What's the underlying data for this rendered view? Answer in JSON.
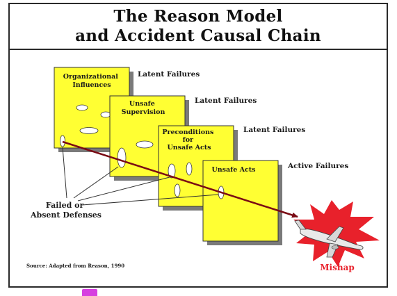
{
  "title": {
    "line1": "The Reason Model",
    "line2": "and Accident Causal Chain"
  },
  "slices": [
    {
      "label_lines": [
        "Organizational",
        "Influences"
      ],
      "failure_label": "Latent Failures"
    },
    {
      "label_lines": [
        "Unsafe",
        "Supervision"
      ],
      "failure_label": "Latent Failures"
    },
    {
      "label_lines": [
        "Preconditions",
        "for",
        "Unsafe Acts"
      ],
      "failure_label": "Latent Failures"
    },
    {
      "label_lines": [
        "Unsafe Acts"
      ],
      "failure_label": "Active Failures"
    }
  ],
  "defenses_label": {
    "line1": "Failed or",
    "line2": "Absent Defenses"
  },
  "outcome": {
    "label": "Mishap",
    "icon": "airplane-crash-icon"
  },
  "source": "Source: Adapted from Reason, 1990",
  "colors": {
    "slice_fill": "#ffff33",
    "slice_shadow": "#7a7a7a",
    "hole_fill": "#ffffff",
    "arrow": "#7a0a14",
    "burst": "#e8212b",
    "mishap_text": "#e8212b"
  }
}
